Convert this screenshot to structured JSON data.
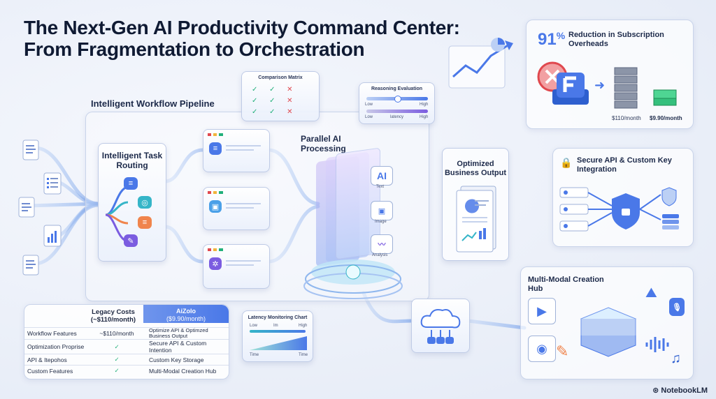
{
  "title_line1": "The Next-Gen AI Productivity Command Center:",
  "title_line2": "From Fragmentation to Orchestration",
  "pipeline": {
    "title": "Intelligent Workflow Pipeline",
    "routing_label": "Intelligent Task Routing"
  },
  "comparison_matrix": {
    "title": "Comparison Matrix",
    "rows": [
      [
        "✓",
        "✓",
        "✕"
      ],
      [
        "✓",
        "✓",
        "✕"
      ],
      [
        "✓",
        "✓",
        "✕"
      ]
    ]
  },
  "reasoning": {
    "title": "Reasoning Evaluation",
    "low1": "Low",
    "high1": "High",
    "low2": "Low",
    "mid2": "latency",
    "high2": "High"
  },
  "parallel": {
    "title": "Parallel AI Processing",
    "ai_tile": "AI",
    "text_label": "Text",
    "image_label": "Image",
    "analysis_label": "Analysis"
  },
  "output": {
    "title": "Optimized Business Output"
  },
  "savings": {
    "percent": "91",
    "percent_sign": "%",
    "text": "Reduction in Subscription Overheads",
    "old_price": "$110/month",
    "new_price": "$9.90/month"
  },
  "secure": {
    "title": "Secure API & Custom Key Integration"
  },
  "multimodal": {
    "title": "Multi-Modal Creation Hub"
  },
  "latency_chart": {
    "title": "Latency Monitoring Chart",
    "low": "Low",
    "mid": "Im",
    "high": "High",
    "x_left": "Time",
    "x_right": "Time"
  },
  "cost_table": {
    "col1": "Legacy Costs",
    "col1_sub": "(~$110/month)",
    "col2": "AiZolo",
    "col2_sub": "($9.90/month)",
    "rows": [
      {
        "feature": "Workflow Features",
        "legacy": "~$110/month",
        "aizolo": "Optimize API & Optimzed Business Output"
      },
      {
        "feature": "Optimization Proprise",
        "legacy": "✓",
        "aizolo": "Secure API & Custom Intention"
      },
      {
        "feature": "API & Itepohos",
        "legacy": "✓",
        "aizolo": "Custom Key Storage"
      },
      {
        "feature": "Custom Features",
        "legacy": "✓",
        "aizolo": "Multi-Modal Creation Hub"
      }
    ]
  },
  "brand": "NotebookLM",
  "colors": {
    "accent": "#4a78e8",
    "purple": "#7b5ce0",
    "green": "#21b07a",
    "red": "#e0484e",
    "teal": "#35b5c8"
  }
}
